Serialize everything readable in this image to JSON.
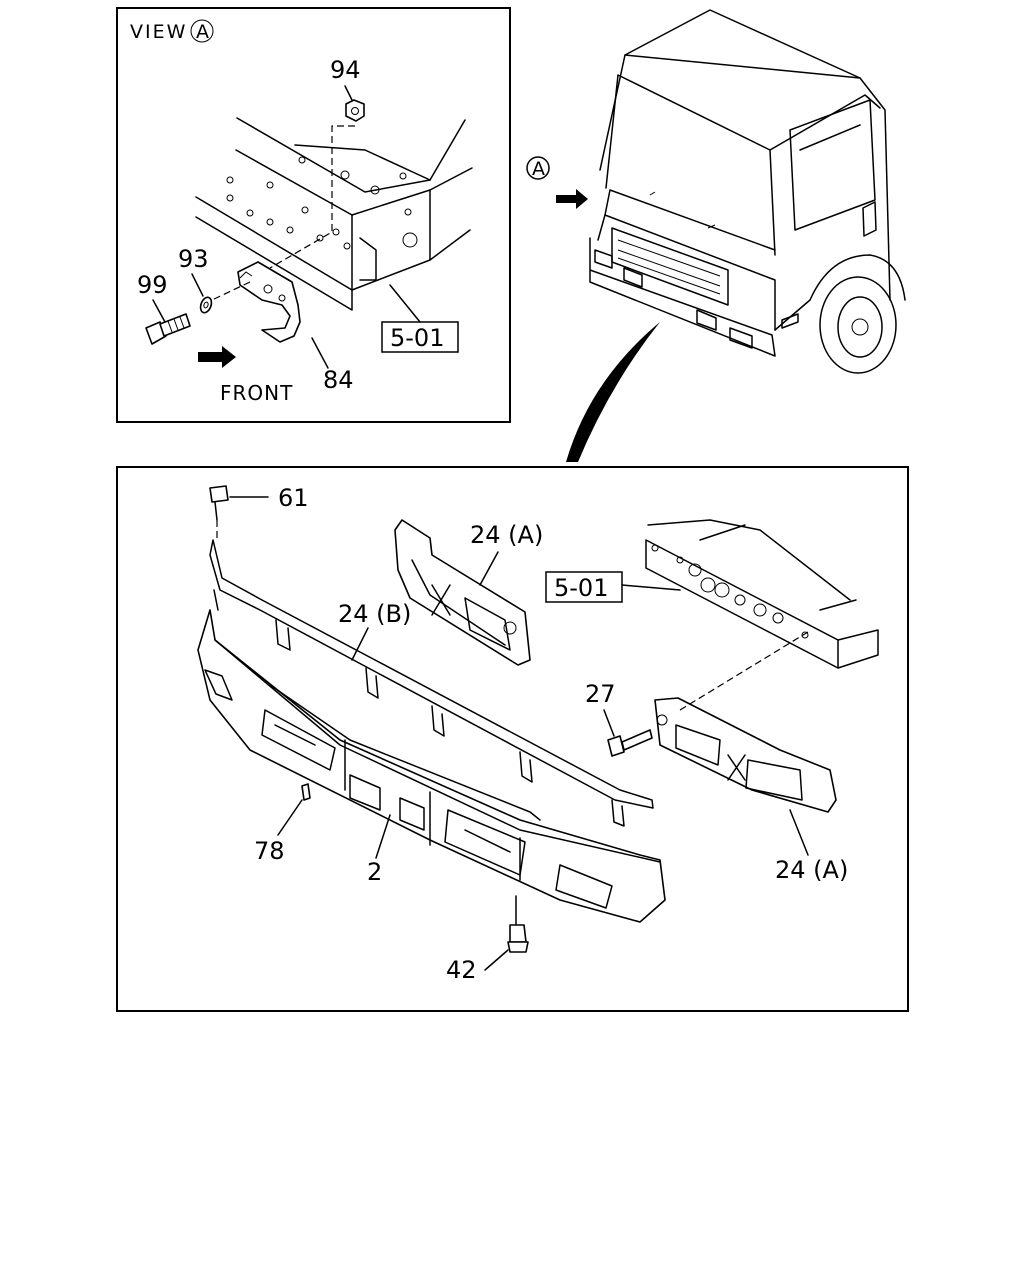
{
  "view_box": {
    "title": "VIEW",
    "view_letter": "A",
    "front_label": "FRONT"
  },
  "view_marker": "A",
  "callouts": {
    "p94": "94",
    "p93": "93",
    "p99": "99",
    "p84": "84",
    "ref_top": "5-01",
    "p61": "61",
    "p24a_upper": "24 (A)",
    "p24b": "24 (B)",
    "ref_bottom": "5-01",
    "p27": "27",
    "p78": "78",
    "p2": "2",
    "p24a_lower": "24 (A)",
    "p42": "42"
  }
}
